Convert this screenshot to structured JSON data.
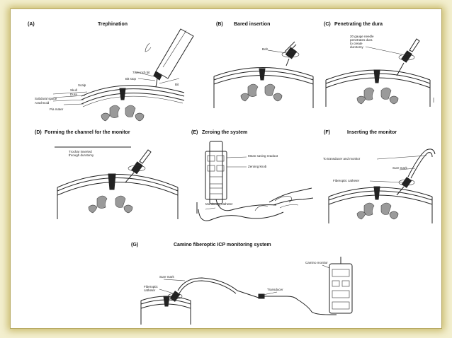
{
  "panels": {
    "a": {
      "letter": "(A)",
      "title": "Trephination",
      "labels": [
        "Scalp",
        "Skull",
        "Dura",
        "Subdural space",
        "Arachnoid",
        "Pia mater",
        "Bit stop",
        "Bit",
        "7/64-inch bit"
      ]
    },
    "b": {
      "letter": "(B)",
      "title": "Bared insertion",
      "labels": [
        "Bolt"
      ]
    },
    "c": {
      "letter": "(C)",
      "title": "Penetrating the dura",
      "labels": [
        "20 gauge needle",
        "penetrates dura",
        "to create",
        "durotomy"
      ]
    },
    "d": {
      "letter": "(D)",
      "title": "Forming the channel for the monitor",
      "labels": [
        "Trochar inserted",
        "through durotomy"
      ]
    },
    "e": {
      "letter": "(E)",
      "title": "Zeroing the system",
      "labels": [
        "Mean saving readout",
        "Zeroing knob",
        "Monitoring catheter"
      ]
    },
    "f": {
      "letter": "(F)",
      "title": "Inserting the monitor",
      "labels": [
        "To transducer and monitor",
        "Sure mark",
        "Fiberoptic catheter"
      ]
    },
    "g": {
      "letter": "(G)",
      "title": "Camino fiberoptic ICP monitoring system",
      "labels": [
        "Sure mark",
        "Fiberoptic",
        "catheter",
        "Transducer",
        "Camino monitor"
      ]
    }
  },
  "colors": {
    "frame": "#f3efcf",
    "glow": "#c8b96a",
    "ink": "#222222"
  }
}
